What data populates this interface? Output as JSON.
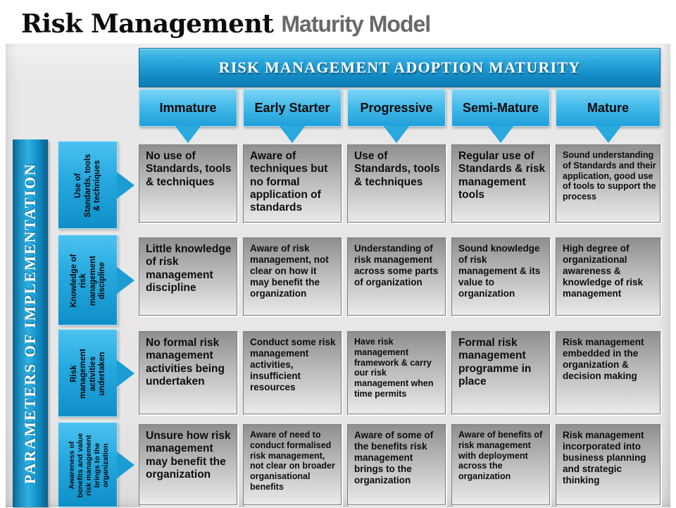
{
  "slide_title": {
    "primary": "Risk Management",
    "secondary": "Maturity Model"
  },
  "banner_title": "RISK MANAGEMENT ADOPTION MATURITY",
  "y_axis_label": "PARAMETERS OF IMPLEMENTATION",
  "maturity_levels": [
    "Immature",
    "Early Starter",
    "Progressive",
    "Semi-Mature",
    "Mature"
  ],
  "parameters": [
    {
      "label_lines": [
        "Use of",
        "Standards, tools",
        "& techniques"
      ],
      "cells": [
        "No use of Standards, tools & techniques",
        "Aware of techniques but no formal application of standards",
        "Use of Standards, tools & techniques",
        "Regular use of Standards & risk management tools",
        "Sound understanding of Standards and their application, good use of tools to support the process"
      ]
    },
    {
      "label_lines": [
        "Knowledge of",
        "risk",
        "management",
        "discipline"
      ],
      "cells": [
        "Little knowledge of risk management discipline",
        "Aware of risk management, not clear on how it may benefit the organization",
        "Understanding of risk management across some parts of organization",
        "Sound knowledge of risk management & its value to organization",
        "High degree of organizational awareness & knowledge of risk management"
      ]
    },
    {
      "label_lines": [
        "Risk",
        "management",
        "activities",
        "undertaken"
      ],
      "cells": [
        "No formal risk management activities being undertaken",
        "Conduct some risk management activities, insufficient resources",
        "Have risk management framework & carry our risk management when time permits",
        "Formal risk management programme in place",
        "Risk management embedded in the organization & decision making"
      ]
    },
    {
      "label_lines": [
        "Awareness of",
        "benefits and value",
        "risk management",
        "brings to the",
        "organization"
      ],
      "cells": [
        "Unsure how risk management may benefit the organization",
        "Aware of need to conduct formalised risk management, not clear on broader organisational benefits",
        "Aware of some of the benefits risk management brings to the organization",
        "Aware of benefits of risk management with deployment across the organization",
        "Risk management incorporated into business planning and strategic thinking"
      ]
    }
  ],
  "colors": {
    "banner_blue_top": "#58c5ec",
    "banner_blue_bottom": "#0d7cb4",
    "header_blue_top": "#7dd4f5",
    "header_blue_bottom": "#1f9fd9",
    "arrow_blue": "#2aa9de",
    "axis_bar_blue": "#1291c8",
    "cell_gray_top": "#8f8f8f",
    "cell_gray_bottom": "#eaeaea",
    "title_gray": "#686868",
    "text_black": "#0d0d0d",
    "banner_text_white": "#ffffff"
  }
}
